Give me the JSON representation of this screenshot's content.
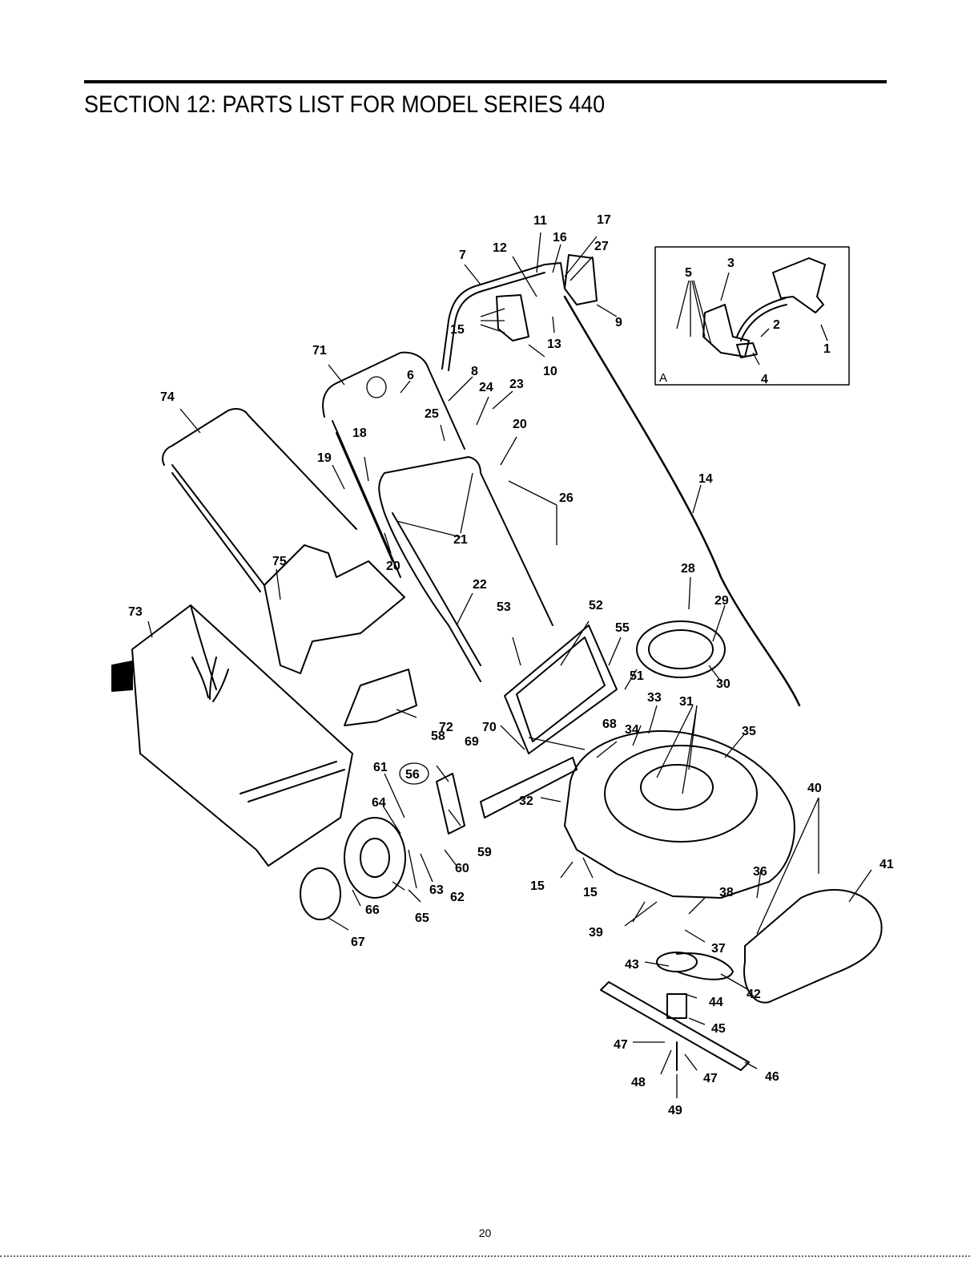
{
  "header": {
    "title": "SECTION 12:  PARTS LIST FOR MODEL SERIES 440"
  },
  "inset": {
    "label": "A"
  },
  "callouts": [
    "1",
    "2",
    "3",
    "4",
    "5",
    "6",
    "7",
    "8",
    "9",
    "10",
    "11",
    "12",
    "13",
    "14",
    "15",
    "15",
    "15",
    "16",
    "17",
    "18",
    "19",
    "20",
    "20",
    "21",
    "22",
    "23",
    "24",
    "25",
    "26",
    "27",
    "28",
    "29",
    "30",
    "31",
    "32",
    "33",
    "34",
    "35",
    "36",
    "37",
    "38",
    "39",
    "40",
    "41",
    "42",
    "43",
    "44",
    "45",
    "46",
    "47",
    "47",
    "48",
    "49",
    "51",
    "52",
    "53",
    "55",
    "56",
    "58",
    "59",
    "60",
    "61",
    "62",
    "63",
    "64",
    "65",
    "66",
    "67",
    "68",
    "69",
    "70",
    "71",
    "72",
    "73",
    "74",
    "75"
  ],
  "footer": {
    "page_number": "20"
  }
}
